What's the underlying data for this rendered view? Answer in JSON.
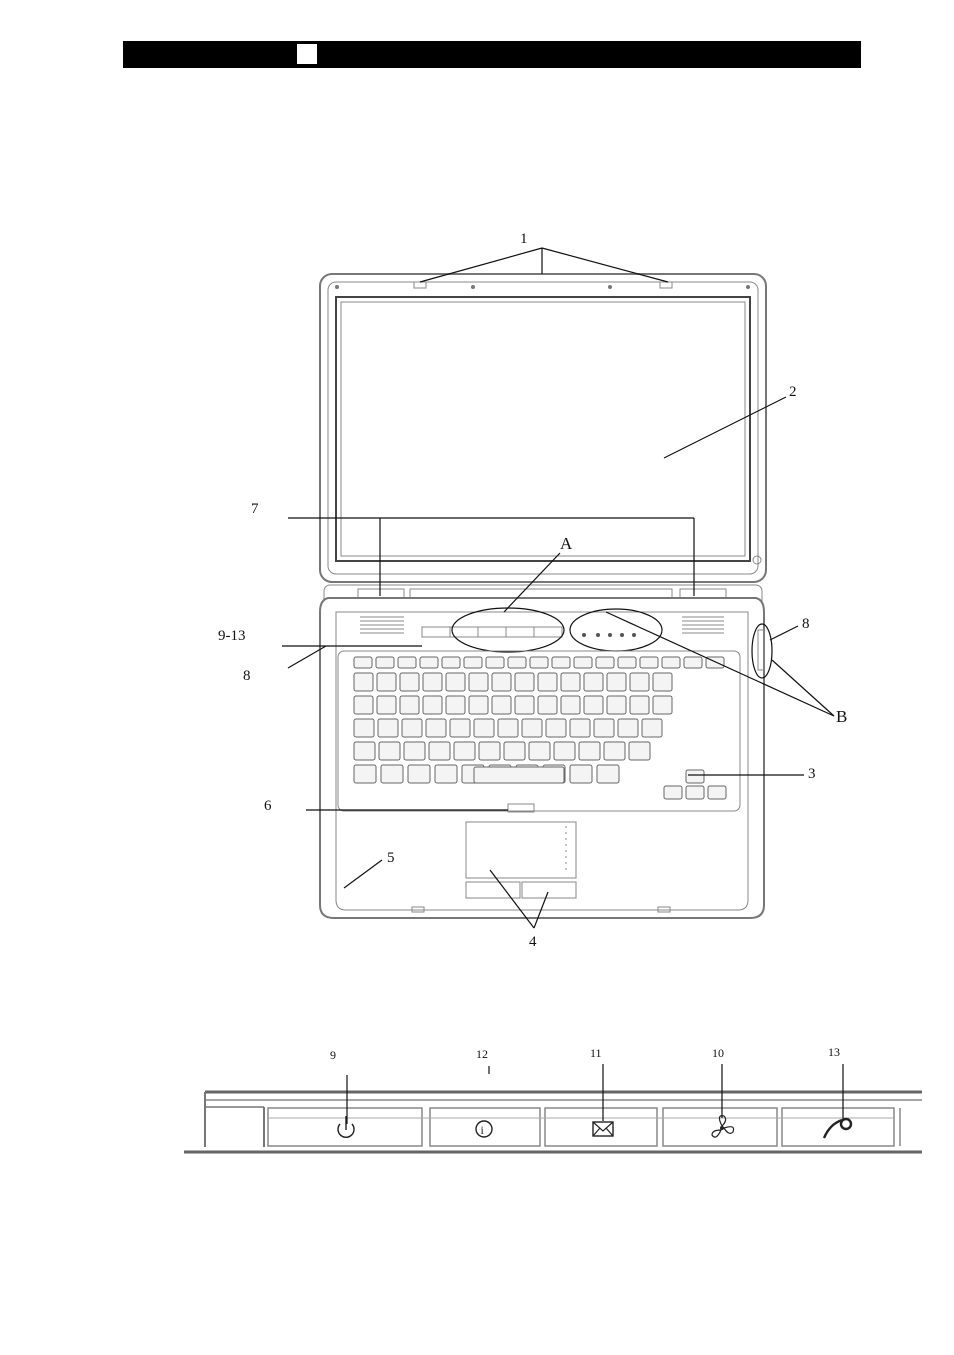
{
  "header": {
    "square_color": "#ffffff",
    "bar_color": "#000000"
  },
  "laptop_labels": {
    "l1": "1",
    "l2": "2",
    "l3": "3",
    "l4": "4",
    "l5": "5",
    "l6": "6",
    "l7": "7",
    "l8a": "8",
    "l8b": "8",
    "l9_13": "9-13",
    "lA": "A",
    "lB": "B"
  },
  "panel_labels": {
    "p9": "9",
    "p12": "12",
    "p11": "11",
    "p10": "10",
    "p13": "13"
  },
  "panel_icons": [
    "power-icon",
    "info-icon",
    "mail-icon",
    "fan-icon",
    "internet-icon"
  ]
}
